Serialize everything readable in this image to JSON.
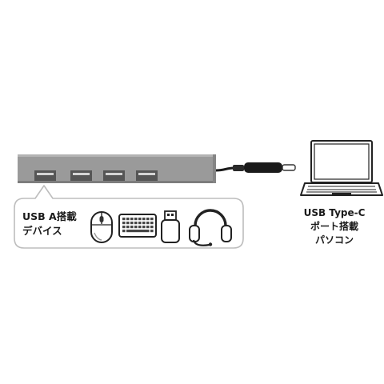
{
  "device_label": {
    "line1": "USB A搭載",
    "line2": "デバイス"
  },
  "pc_label": {
    "line1": "USB Type-C",
    "line2": "ポート搭載",
    "line3": "パソコン"
  },
  "hub": {
    "port_count": 4
  },
  "colors": {
    "hub_body": "#9a9a9a",
    "hub_edge": "#7d7d7d",
    "port": "#555555",
    "cable": "#1a1a1a",
    "outline": "#333333",
    "callout_border": "#bdbdbd"
  },
  "icons": [
    "mouse-icon",
    "keyboard-icon",
    "usb-flash-drive-icon",
    "headset-icon",
    "laptop-icon"
  ]
}
